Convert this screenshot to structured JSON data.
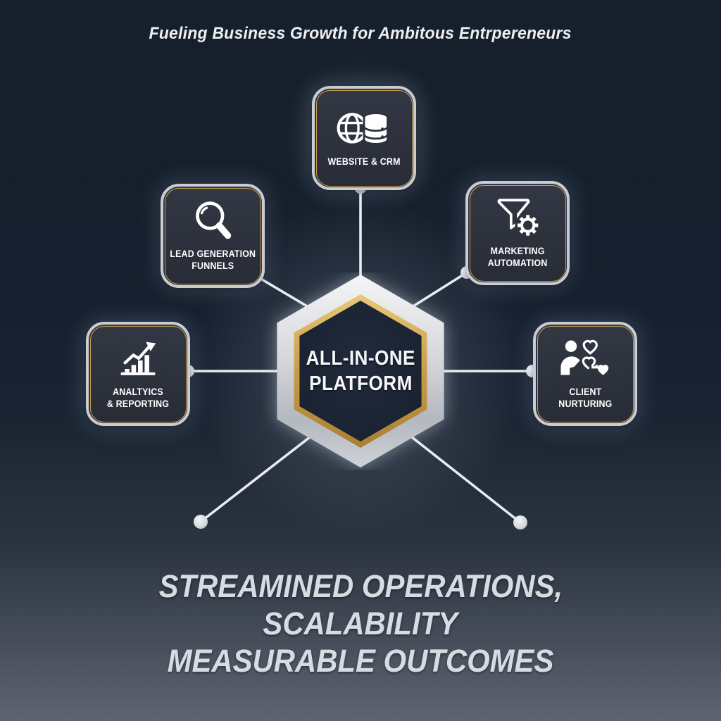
{
  "header": {
    "tagline": "Fueling Business Growth for Ambitous Entrpereneurs"
  },
  "center": {
    "line1": "ALL-IN-ONE",
    "line2": "PLATFORM"
  },
  "nodes": [
    {
      "id": "website-crm",
      "icon": "globe-database-icon",
      "label_lines": [
        "WEBSITE & CRM"
      ]
    },
    {
      "id": "lead-generation-funnels",
      "icon": "magnifier-icon",
      "label_lines": [
        "LEAD GENERATION",
        "FUNNELS"
      ]
    },
    {
      "id": "marketing-automation",
      "icon": "funnel-gear-icon",
      "label_lines": [
        "MARKETING",
        "AUTOMATION"
      ]
    },
    {
      "id": "analytics-reporting",
      "icon": "bar-chart-arrow-icon",
      "label_lines": [
        "ANALTYICS",
        "& REPORTING"
      ]
    },
    {
      "id": "client-nurturing",
      "icon": "person-hearts-icon",
      "label_lines": [
        "CLIENT",
        "NURTURING"
      ]
    }
  ],
  "footer": {
    "lines": [
      "STREAMINED OPERATIONS,",
      "SCALABILITY",
      "MEASURABLE OUTCOMES"
    ]
  },
  "colors": {
    "background_top": "#16202c",
    "background_bottom": "#5e6571",
    "node_fill": "#2d323d",
    "silver_border": "#c9ccd2",
    "gold_accent": "#c79f4e",
    "hexagon_fill": "#1b2534",
    "connector": "#e9ebee",
    "text_primary": "#ffffff",
    "footer_text": "#d7dbe2"
  }
}
